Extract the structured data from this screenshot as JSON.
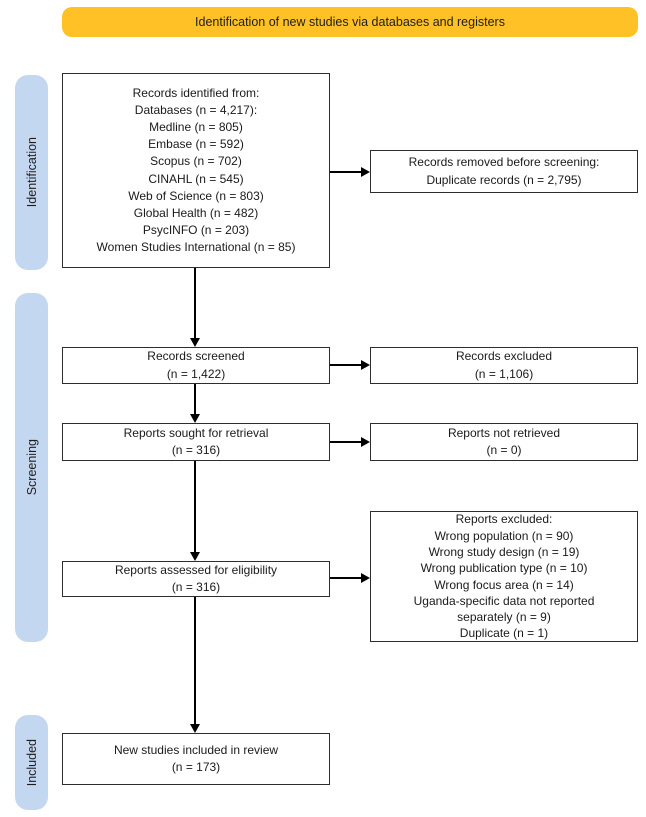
{
  "banner": {
    "label": "Identification of new studies via databases and registers"
  },
  "colors": {
    "banner_bg": "#FFC125",
    "sidebar_bg": "#C4D7F0",
    "box_border": "#2d2d2d",
    "arrow": "#000000"
  },
  "sidebar": {
    "items": [
      {
        "label": "Identification"
      },
      {
        "label": "Screening"
      },
      {
        "label": "Included"
      }
    ]
  },
  "boxes": {
    "identified": {
      "lines": [
        "Records identified from:",
        "Databases (n = 4,217):",
        "Medline (n = 805)",
        "Embase (n = 592)",
        "Scopus (n = 702)",
        "CINAHL (n = 545)",
        "Web of Science (n = 803)",
        "Global Health (n = 482)",
        "PsycINFO (n = 203)",
        "Women Studies International (n = 85)"
      ]
    },
    "removed": {
      "lines": [
        "Records removed before screening:",
        "Duplicate records (n = 2,795)"
      ]
    },
    "screened": {
      "lines": [
        "Records screened",
        "(n = 1,422)"
      ]
    },
    "records_excluded": {
      "lines": [
        "Records excluded",
        "(n = 1,106)"
      ]
    },
    "sought": {
      "lines": [
        "Reports sought for retrieval",
        "(n = 316)"
      ]
    },
    "not_retrieved": {
      "lines": [
        "Reports not retrieved",
        "(n = 0)"
      ]
    },
    "assessed": {
      "lines": [
        "Reports assessed for eligibility",
        "(n = 316)"
      ]
    },
    "reports_excluded": {
      "lines": [
        "Reports excluded:",
        "Wrong population (n = 90)",
        "Wrong study design (n = 19)",
        "Wrong publication type (n = 10)",
        "Wrong focus area (n = 14)",
        "Uganda-specific data not reported",
        "separately (n = 9)",
        "Duplicate (n = 1)"
      ]
    },
    "included": {
      "lines": [
        "New studies included in review",
        "(n = 173)"
      ]
    }
  }
}
